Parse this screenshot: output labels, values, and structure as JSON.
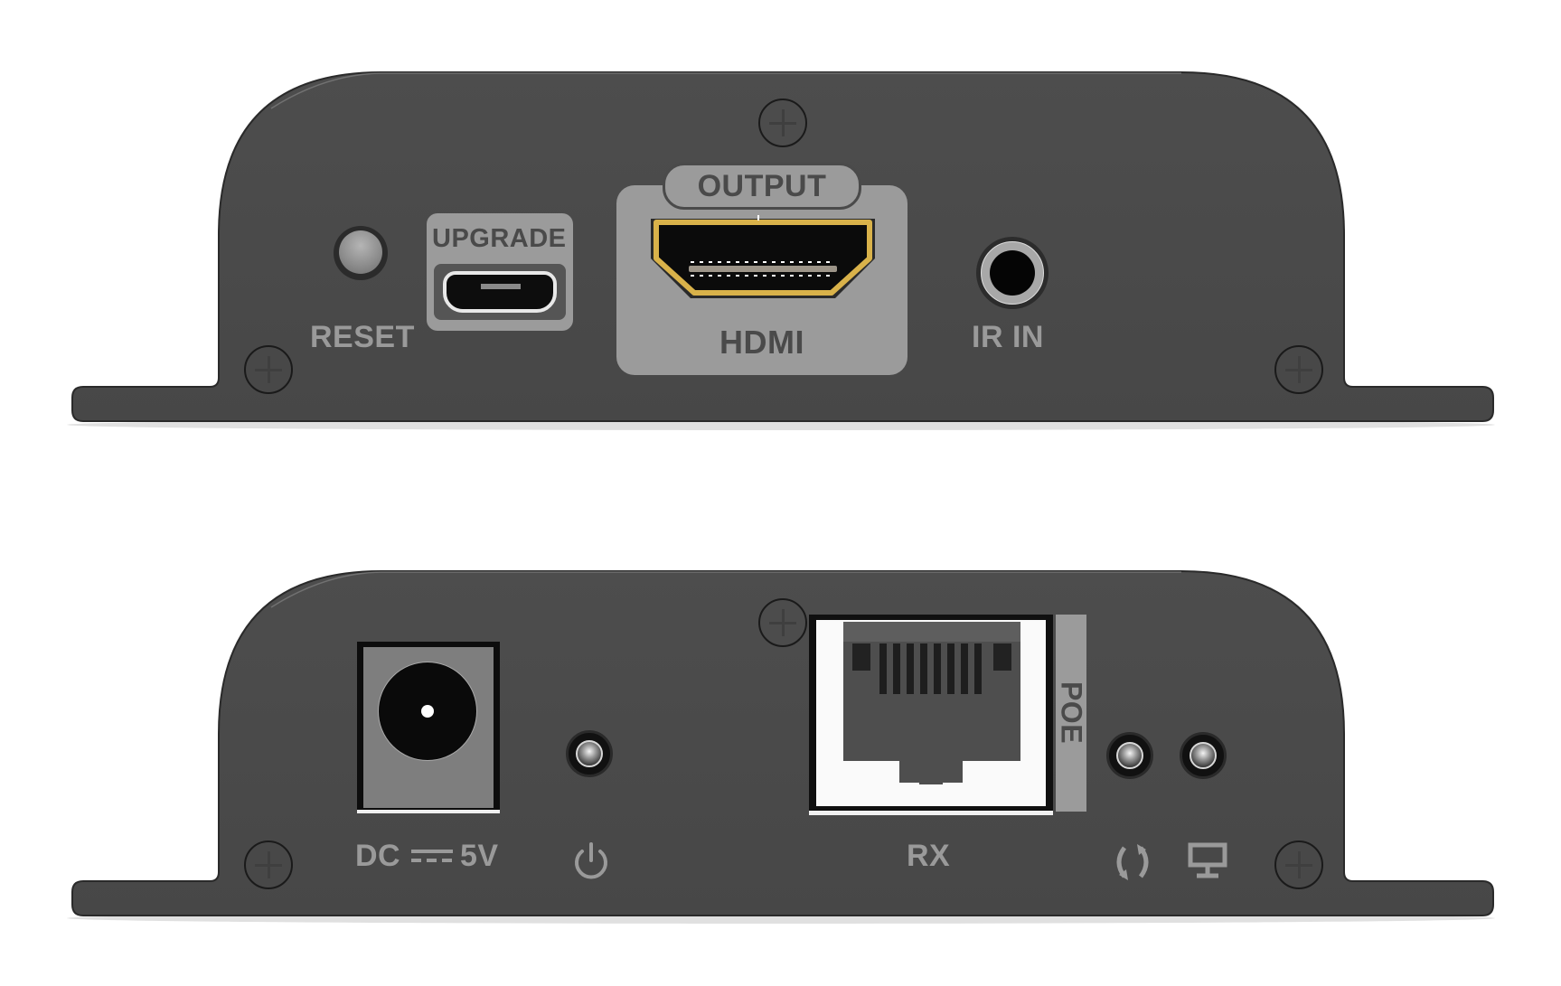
{
  "image": {
    "description": "Front and rear panels of an HDMI over IP / PoE extender receiver unit",
    "background_color": "#ffffff",
    "panel_color": "#4a4a4a"
  },
  "top_panel": {
    "name": "output-side panel",
    "reset": {
      "label": "RESET"
    },
    "upgrade": {
      "label": "UPGRADE",
      "port": "micro-USB"
    },
    "hdmi_output": {
      "header_label": "OUTPUT",
      "footer_label": "HDMI",
      "accent_color": "#d9b24a"
    },
    "ir_in": {
      "label": "IR IN"
    }
  },
  "bottom_panel": {
    "name": "input-side panel",
    "dc_power": {
      "label_prefix": "DC",
      "label_suffix": "5V"
    },
    "power_led": {
      "icon": "power-icon"
    },
    "rj45": {
      "label": "RX",
      "side_label": "POE"
    },
    "link_led": {
      "icon": "sync-icon"
    },
    "signal_led": {
      "icon": "network-icon"
    }
  }
}
